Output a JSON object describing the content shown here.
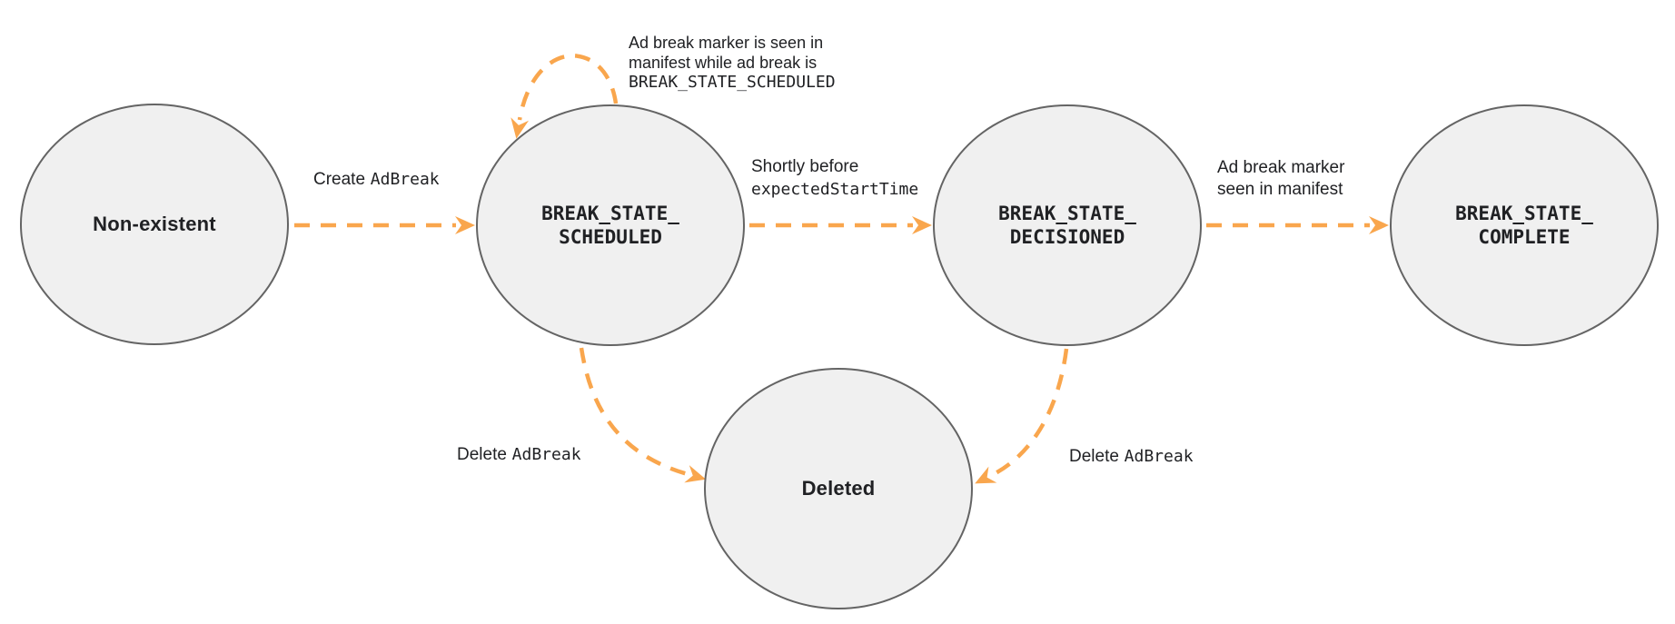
{
  "colors": {
    "arrow": "#F9A64D",
    "node_fill": "#F0F0F0",
    "node_stroke": "#646464",
    "text": "#202124"
  },
  "nodes": {
    "non_existent": {
      "label": "Non-existent"
    },
    "scheduled": {
      "line1": "BREAK_STATE_",
      "line2": "SCHEDULED"
    },
    "decisioned": {
      "line1": "BREAK_STATE_",
      "line2": "DECISIONED"
    },
    "complete": {
      "line1": "BREAK_STATE_",
      "line2": "COMPLETE"
    },
    "deleted": {
      "label": "Deleted"
    }
  },
  "edges": {
    "create": {
      "text": "Create",
      "code": "AdBreak"
    },
    "self_loop": {
      "line1": "Ad break marker is seen in",
      "line2": "manifest while ad break is",
      "code": "BREAK_STATE_SCHEDULED"
    },
    "to_decisioned": {
      "text": "Shortly before",
      "code": "expectedStartTime"
    },
    "to_complete": {
      "line1": "Ad break marker",
      "line2": "seen in manifest"
    },
    "delete_from_scheduled": {
      "text": "Delete",
      "code": "AdBreak"
    },
    "delete_from_decisioned": {
      "text": "Delete",
      "code": "AdBreak"
    }
  }
}
